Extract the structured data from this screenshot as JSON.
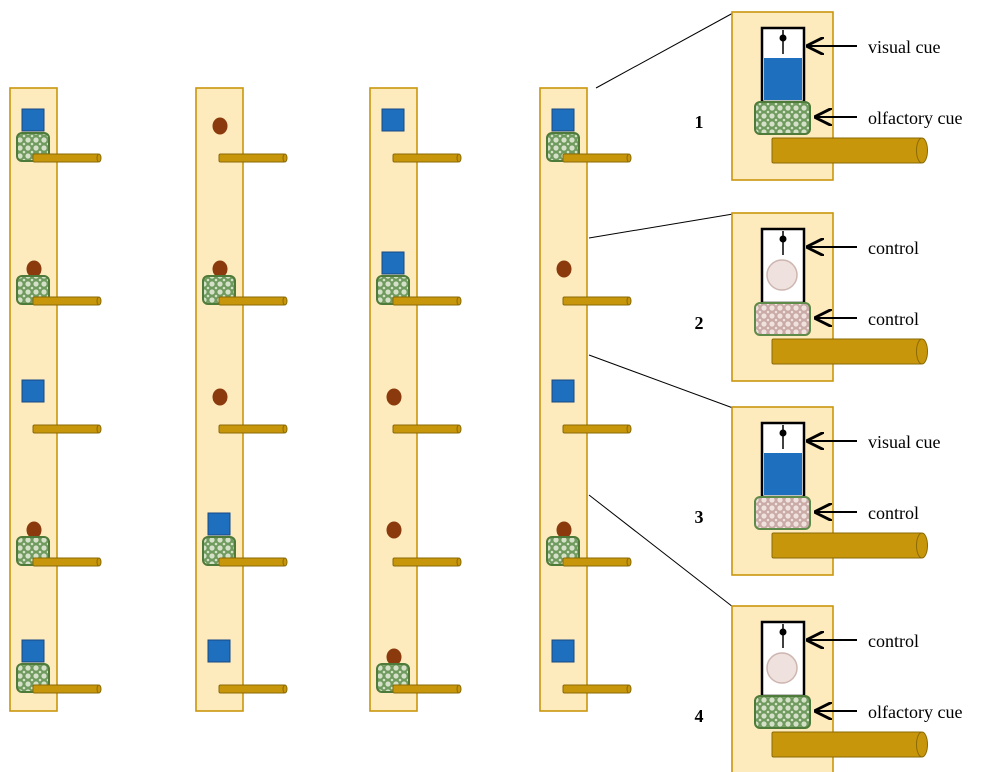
{
  "colors": {
    "board_fill": "#fdeabd",
    "board_stroke": "#c9960c",
    "perch_fill": "#c8960a",
    "perch_stroke": "#8a6a06",
    "visual_cue": "#1f6fbf",
    "brown_dot": "#8a3a0c",
    "olfactory_fill": "#7fa070",
    "olfactory_stroke": "#4e7a3a",
    "control_fill": "#d9c3bf",
    "control_stroke": "#5e8a4a",
    "control_dot": "#efe2de"
  },
  "columns": [
    {
      "rows": [
        {
          "top": "visual_cue",
          "patch": "olfactory"
        },
        {
          "top": "brown_dot",
          "patch": "olfactory"
        },
        {
          "top": "visual_cue",
          "patch": "none"
        },
        {
          "top": "brown_dot",
          "patch": "olfactory"
        },
        {
          "top": "visual_cue",
          "patch": "olfactory"
        }
      ]
    },
    {
      "rows": [
        {
          "top": "brown_dot",
          "patch": "none"
        },
        {
          "top": "brown_dot",
          "patch": "olfactory"
        },
        {
          "top": "brown_dot",
          "patch": "none"
        },
        {
          "top": "visual_cue",
          "patch": "olfactory"
        },
        {
          "top": "visual_cue",
          "patch": "none"
        }
      ]
    },
    {
      "rows": [
        {
          "top": "visual_cue",
          "patch": "none"
        },
        {
          "top": "visual_cue",
          "patch": "olfactory"
        },
        {
          "top": "brown_dot",
          "patch": "none"
        },
        {
          "top": "brown_dot",
          "patch": "none"
        },
        {
          "top": "brown_dot",
          "patch": "olfactory"
        }
      ]
    },
    {
      "rows": [
        {
          "top": "visual_cue",
          "patch": "olfactory"
        },
        {
          "top": "brown_dot",
          "patch": "none"
        },
        {
          "top": "visual_cue",
          "patch": "none"
        },
        {
          "top": "brown_dot",
          "patch": "olfactory"
        },
        {
          "top": "visual_cue",
          "patch": "none"
        }
      ]
    }
  ],
  "panels": [
    {
      "number": "1",
      "top_kind": "visual",
      "top_label": "visual cue",
      "bottom_kind": "olfactory",
      "bottom_label": "olfactory cue"
    },
    {
      "number": "2",
      "top_kind": "control",
      "top_label": "control",
      "bottom_kind": "control",
      "bottom_label": "control"
    },
    {
      "number": "3",
      "top_kind": "visual",
      "top_label": "visual cue",
      "bottom_kind": "control",
      "bottom_label": "control"
    },
    {
      "number": "4",
      "top_kind": "control",
      "top_label": "control",
      "bottom_kind": "olfactory",
      "bottom_label": "olfactory cue"
    }
  ]
}
